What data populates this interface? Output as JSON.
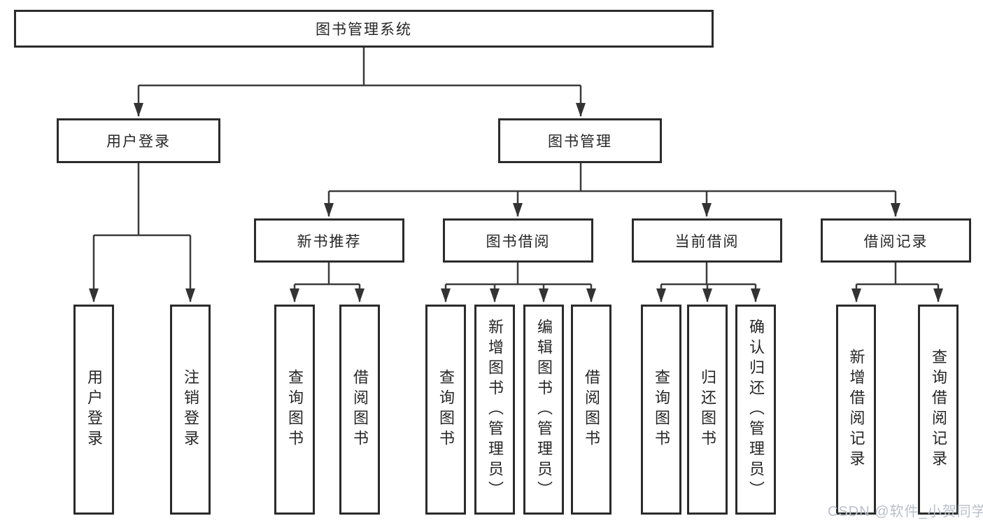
{
  "diagram": {
    "type": "tree",
    "colors": {
      "background": "#ffffff",
      "box_border": "#2b2b2b",
      "connector_line": "#3b3b3b",
      "text": "#262626",
      "watermark_text": "#b9bfca"
    },
    "nodes": {
      "root": {
        "label": "图书管理系统"
      },
      "level1": [
        {
          "label": "用户登录",
          "parent": "图书管理系统"
        },
        {
          "label": "图书管理",
          "parent": "图书管理系统"
        }
      ],
      "level2": [
        {
          "label": "新书推荐",
          "parent": "图书管理"
        },
        {
          "label": "图书借阅",
          "parent": "图书管理"
        },
        {
          "label": "当前借阅",
          "parent": "图书管理"
        },
        {
          "label": "借阅记录",
          "parent": "图书管理"
        }
      ],
      "leaves": [
        {
          "label": "用户登录",
          "parent": "用户登录"
        },
        {
          "label": "注销登录",
          "parent": "用户登录"
        },
        {
          "label": "查询图书",
          "parent": "新书推荐"
        },
        {
          "label": "借阅图书",
          "parent": "新书推荐"
        },
        {
          "label": "查询图书",
          "parent": "图书借阅"
        },
        {
          "label": "新增图书（管理员）",
          "parent": "图书借阅"
        },
        {
          "label": "编辑图书（管理员）",
          "parent": "图书借阅"
        },
        {
          "label": "借阅图书",
          "parent": "图书借阅"
        },
        {
          "label": "查询图书",
          "parent": "当前借阅"
        },
        {
          "label": "归还图书",
          "parent": "当前借阅"
        },
        {
          "label": "确认归还（管理员）",
          "parent": "当前借阅"
        },
        {
          "label": "新增借阅记录",
          "parent": "借阅记录"
        },
        {
          "label": "查询借阅记录",
          "parent": "借阅记录"
        }
      ]
    }
  },
  "watermark": {
    "text": "CSDN @软件_小贺同学"
  }
}
